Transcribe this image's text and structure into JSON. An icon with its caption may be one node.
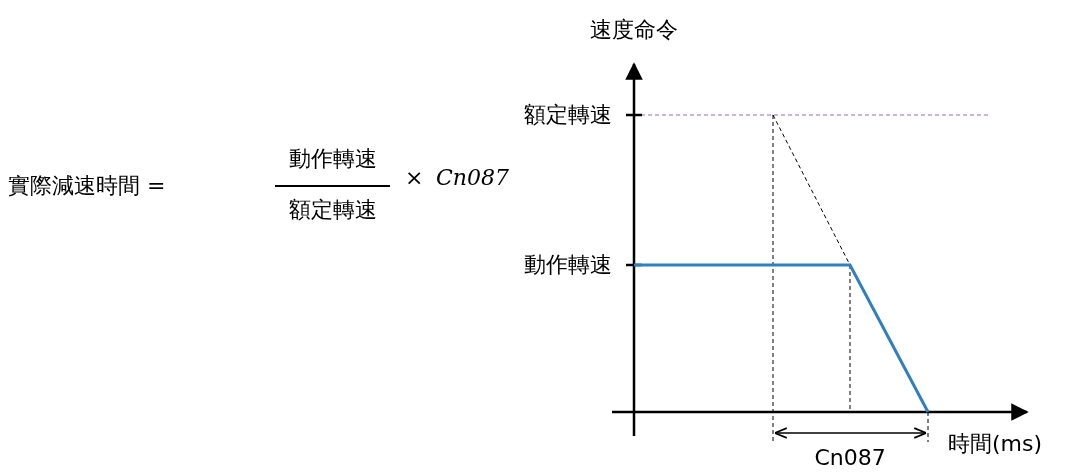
{
  "diagram": {
    "labels": [
      "速度命令",
      "額定轉速",
      "動作轉速",
      "實際減速時間 =",
      "×",
      "Cn087",
      "額定轉速",
      "動作轉速",
      "時間(ms)",
      "Cn087"
    ]
  }
}
